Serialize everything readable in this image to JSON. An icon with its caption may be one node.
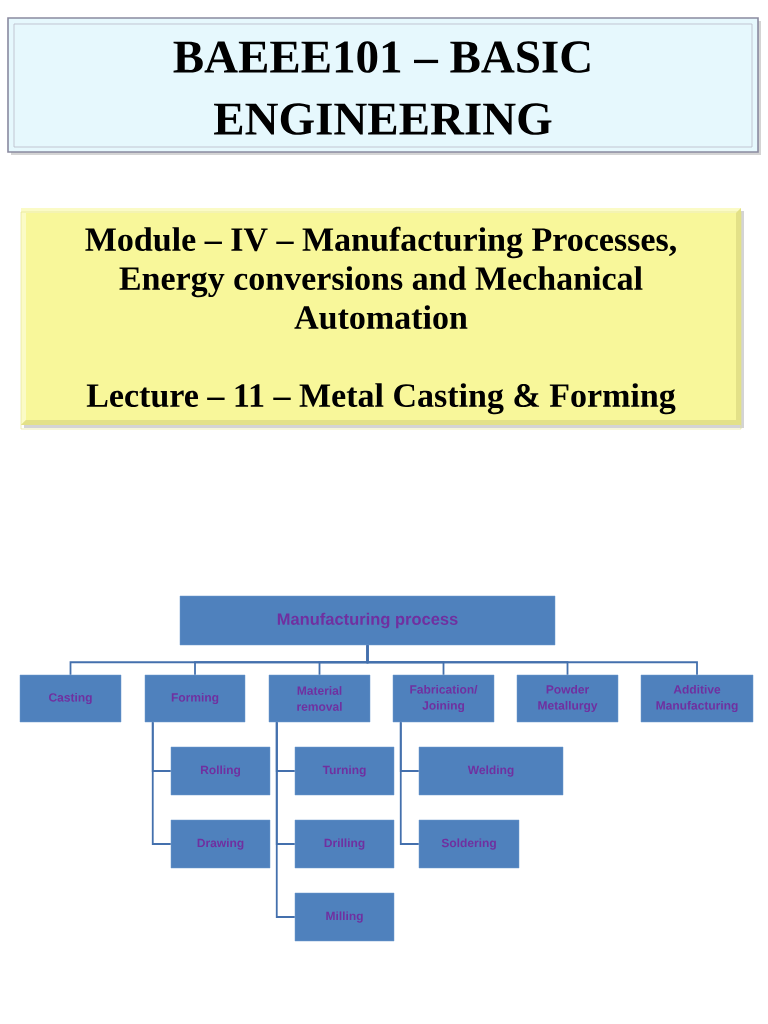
{
  "diagram": {
    "title": "BAEEE101 – BASIC ENGINEERING",
    "nodes": [
      {
        "text": [
          "Module – IV – Manufacturing Processes, Energy conversions and Mechanical Automation",
          "Lecture – 11 – Metal Casting & Forming"
        ]
      },
      {
        "text": [
          "Manufacturing process"
        ]
      },
      {
        "text": [
          "Casting"
        ]
      },
      {
        "text": [
          "Forming"
        ]
      },
      {
        "text": [
          "Material removal"
        ]
      },
      {
        "text": [
          "Fabrication/ Joining"
        ]
      },
      {
        "text": [
          "Powder Metallurgy"
        ]
      },
      {
        "text": [
          "Additive Manufacturing"
        ]
      },
      {
        "text": [
          "Rolling"
        ]
      },
      {
        "text": [
          "Turning"
        ]
      },
      {
        "text": [
          "Welding"
        ]
      },
      {
        "text": [
          "Drawing"
        ]
      },
      {
        "text": [
          "Drilling"
        ]
      },
      {
        "text": [
          "Soldering"
        ]
      },
      {
        "text": [
          "Milling"
        ]
      }
    ],
    "edges": [
      {
        "from": 1,
        "to": 2,
        "arrow": "none"
      },
      {
        "from": 1,
        "to": 3,
        "arrow": "none"
      },
      {
        "from": 1,
        "to": 4,
        "arrow": "none"
      },
      {
        "from": 1,
        "to": 5,
        "arrow": "none"
      },
      {
        "from": 1,
        "to": 6,
        "arrow": "none"
      },
      {
        "from": 1,
        "to": 7,
        "arrow": "none"
      },
      {
        "from": 3,
        "to": 8,
        "arrow": "none"
      },
      {
        "from": 3,
        "to": 11,
        "arrow": "none"
      },
      {
        "from": 4,
        "to": 9,
        "arrow": "none"
      },
      {
        "from": 4,
        "to": 12,
        "arrow": "none"
      },
      {
        "from": 4,
        "to": 14,
        "arrow": "none"
      },
      {
        "from": 5,
        "to": 10,
        "arrow": "none"
      },
      {
        "from": 5,
        "to": 13,
        "arrow": "none"
      }
    ]
  }
}
